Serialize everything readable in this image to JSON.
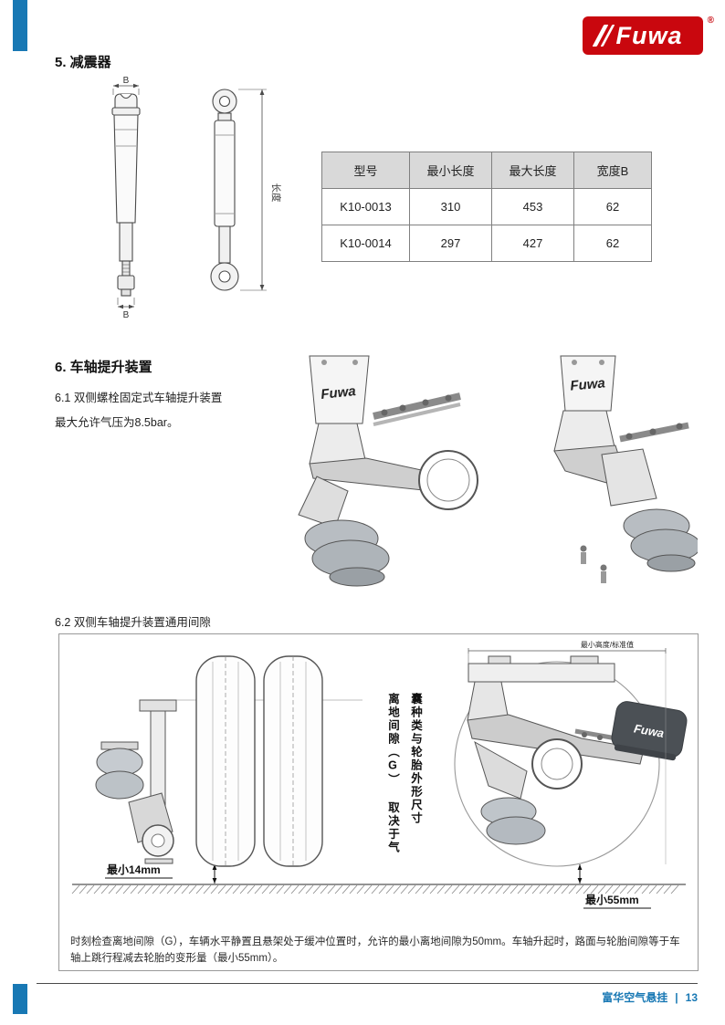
{
  "page": {
    "logo": {
      "text": "Fuwa",
      "reg": "®"
    },
    "footer": {
      "brand": "富华空气悬挂",
      "separator": "|",
      "page_number": "13"
    }
  },
  "section5": {
    "heading": "5. 减震器",
    "drawing": {
      "dim_b_top": "B",
      "dim_b_bottom": "B",
      "dim_length": "长度"
    },
    "table": {
      "headers": [
        "型号",
        "最小长度",
        "最大长度",
        "宽度B"
      ],
      "rows": [
        [
          "K10-0013",
          "310",
          "453",
          "62"
        ],
        [
          "K10-0014",
          "297",
          "427",
          "62"
        ]
      ]
    }
  },
  "section6": {
    "heading": "6. 车轴提升装置",
    "sub1": "6.1 双侧螺栓固定式车轴提升装置",
    "pressure_note": "最大允许气压为8.5bar。",
    "drawing_logo": "Fuwa",
    "sub2": "6.2 双侧车轴提升装置通用间隙",
    "clearance": {
      "min14": "最小14mm",
      "min55": "最小55mm",
      "top_dim_label": "最小高度/标准值",
      "vertical_label_line1": "离地间隙（G） 取决于气",
      "vertical_label_line2": "囊种类与轮胎外形尺寸",
      "note": "时刻检查离地间隙（G），车辆水平静置且悬架处于缓冲位置时，允许的最小离地间隙为50mm。车轴升起时，路面与轮胎间隙等于车轴上跳行程减去轮胎的变形量（最小55mm）。"
    }
  },
  "colors": {
    "accent_blue": "#1878b4",
    "logo_red": "#c9070e",
    "table_header_bg": "#d9d9d9"
  }
}
